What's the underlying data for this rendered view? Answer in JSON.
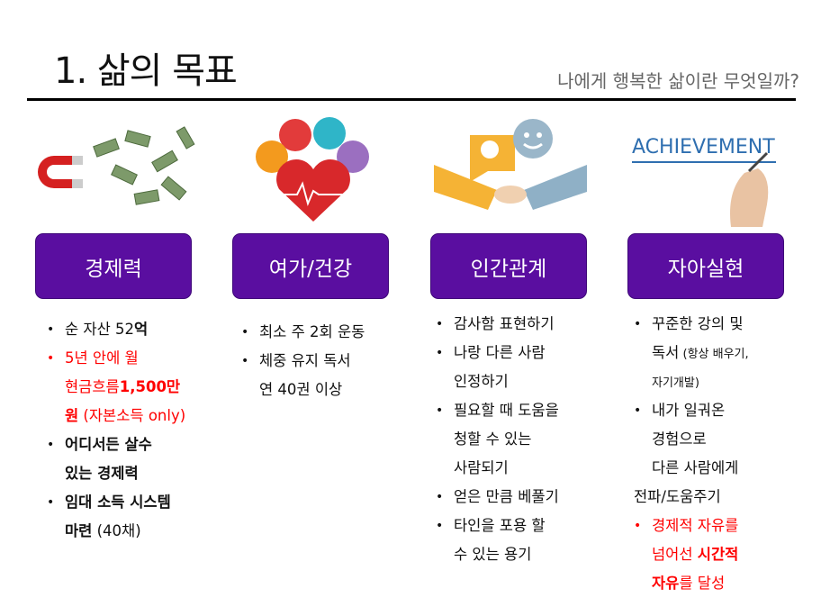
{
  "header": {
    "title": "1. 삶의 목표",
    "subtitle": "나에게 행복한 삶이란 무엇일까?"
  },
  "images": {
    "achievement_text": "ACHIEVEMENT"
  },
  "columns": [
    {
      "button": "경제력",
      "lines": [
        {
          "bullet": true,
          "segs": [
            {
              "t": "순 자산 52"
            },
            {
              "t": "억",
              "b": true
            }
          ]
        },
        {
          "bullet": true,
          "red": true,
          "segs": [
            {
              "t": "5년 안에 월",
              "r": true
            }
          ]
        },
        {
          "segs": [
            {
              "t": "현금흐름",
              "r": true
            },
            {
              "t": "1,500만",
              "r": true,
              "b": true
            }
          ]
        },
        {
          "segs": [
            {
              "t": "원",
              "r": true,
              "b": true
            },
            {
              "t": " (자본소득 only)",
              "r": true
            }
          ]
        },
        {
          "bullet": true,
          "segs": [
            {
              "t": "어디서든 살수",
              "b": true
            }
          ]
        },
        {
          "segs": [
            {
              "t": "있는 경제력",
              "b": true
            }
          ]
        },
        {
          "bullet": true,
          "segs": [
            {
              "t": "임대 소득 시스템",
              "b": true
            }
          ]
        },
        {
          "segs": [
            {
              "t": "마련",
              "b": true
            },
            {
              "t": " (40채)"
            }
          ]
        }
      ]
    },
    {
      "button": "여가/건강",
      "lines": [
        {
          "bullet": true,
          "segs": [
            {
              "t": "최소 주 2회 운동"
            }
          ]
        },
        {
          "bullet": true,
          "segs": [
            {
              "t": "체중 유지 독서"
            }
          ]
        },
        {
          "segs": [
            {
              "t": "연 40권 이상"
            }
          ]
        }
      ]
    },
    {
      "button": "인간관계",
      "lines": [
        {
          "bullet": true,
          "segs": [
            {
              "t": "감사함 표현하기"
            }
          ]
        },
        {
          "bullet": true,
          "segs": [
            {
              "t": "나랑 다른 사람"
            }
          ]
        },
        {
          "segs": [
            {
              "t": "인정하기"
            }
          ]
        },
        {
          "bullet": true,
          "segs": [
            {
              "t": "필요할 때 도움을"
            }
          ]
        },
        {
          "segs": [
            {
              "t": "청할 수 있는"
            }
          ]
        },
        {
          "segs": [
            {
              "t": "사람되기"
            }
          ]
        },
        {
          "bullet": true,
          "segs": [
            {
              "t": "얻은 만큼 베풀기"
            }
          ]
        },
        {
          "bullet": true,
          "segs": [
            {
              "t": "타인을 포용 할"
            }
          ]
        },
        {
          "segs": [
            {
              "t": "수 있는 용기"
            }
          ]
        }
      ]
    },
    {
      "button": "자아실현",
      "lines": [
        {
          "bullet": true,
          "segs": [
            {
              "t": "꾸준한 강의 및"
            }
          ]
        },
        {
          "segs": [
            {
              "t": "독서"
            },
            {
              "t": " (항상 배우기,",
              "s": true
            }
          ]
        },
        {
          "segs": [
            {
              "t": "자기개발)",
              "s": true
            }
          ]
        },
        {
          "bullet": true,
          "segs": [
            {
              "t": "내가 일궈온"
            }
          ]
        },
        {
          "segs": [
            {
              "t": "경험으로"
            }
          ]
        },
        {
          "segs": [
            {
              "t": "다른 사람에게"
            }
          ]
        },
        {
          "out": true,
          "segs": [
            {
              "t": "전파/도움주기"
            }
          ]
        },
        {
          "bullet": true,
          "red": true,
          "segs": [
            {
              "t": "경제적 자유를",
              "r": true
            }
          ]
        },
        {
          "segs": [
            {
              "t": "넘어선 ",
              "r": true
            },
            {
              "t": "시간적",
              "r": true,
              "b": true
            }
          ]
        },
        {
          "segs": [
            {
              "t": "자유",
              "r": true,
              "b": true
            },
            {
              "t": "를 달성",
              "r": true
            }
          ]
        }
      ]
    }
  ]
}
